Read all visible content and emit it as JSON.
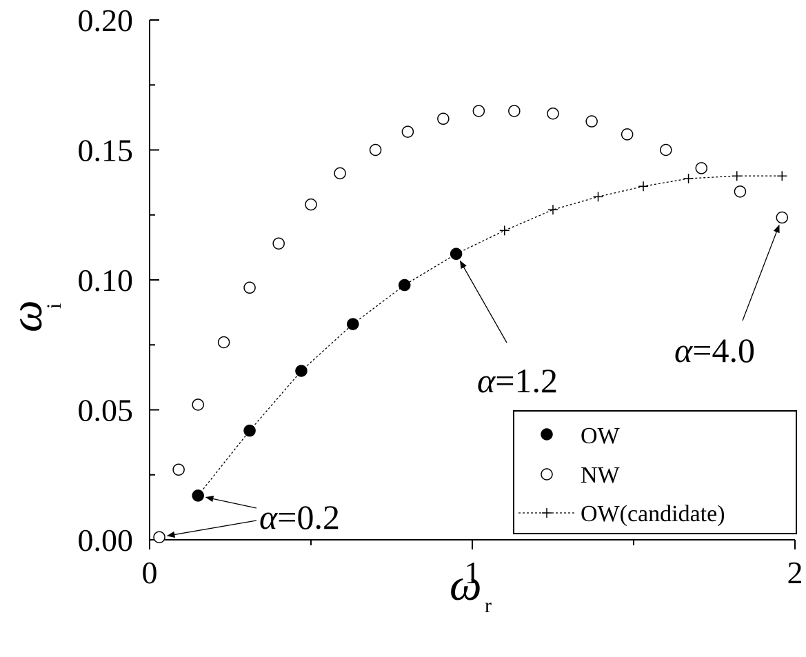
{
  "chart_data": {
    "type": "scatter",
    "xlabel": {
      "symbol": "ω",
      "subscript": "r"
    },
    "ylabel": {
      "symbol": "ω",
      "subscript": "i"
    },
    "xlim": [
      0,
      2
    ],
    "ylim": [
      0,
      0.2
    ],
    "x_ticks": [
      0,
      1,
      2
    ],
    "x_tick_labels": [
      "0",
      "1",
      "2"
    ],
    "y_ticks": [
      0,
      0.05,
      0.1,
      0.15,
      0.2
    ],
    "y_tick_labels": [
      "0.00",
      "0.05",
      "0.10",
      "0.15",
      "0.20"
    ],
    "grid": false,
    "legend_position": "bottom-right",
    "series": [
      {
        "name": "OW",
        "marker": "filled-circle",
        "connected": true,
        "points": [
          [
            0.15,
            0.017
          ],
          [
            0.31,
            0.042
          ],
          [
            0.47,
            0.065
          ],
          [
            0.63,
            0.083
          ],
          [
            0.79,
            0.098
          ],
          [
            0.95,
            0.11
          ]
        ]
      },
      {
        "name": "NW",
        "marker": "open-circle",
        "connected": false,
        "points": [
          [
            0.03,
            0.001
          ],
          [
            0.09,
            0.027
          ],
          [
            0.15,
            0.052
          ],
          [
            0.23,
            0.076
          ],
          [
            0.31,
            0.097
          ],
          [
            0.4,
            0.114
          ],
          [
            0.5,
            0.129
          ],
          [
            0.59,
            0.141
          ],
          [
            0.7,
            0.15
          ],
          [
            0.8,
            0.157
          ],
          [
            0.91,
            0.162
          ],
          [
            1.02,
            0.165
          ],
          [
            1.13,
            0.165
          ],
          [
            1.25,
            0.164
          ],
          [
            1.37,
            0.161
          ],
          [
            1.48,
            0.156
          ],
          [
            1.6,
            0.15
          ],
          [
            1.71,
            0.143
          ],
          [
            1.83,
            0.134
          ],
          [
            1.96,
            0.124
          ]
        ]
      },
      {
        "name": "OW(candidate)",
        "marker": "plus",
        "connected": true,
        "points": [
          [
            1.1,
            0.119
          ],
          [
            1.25,
            0.127
          ],
          [
            1.39,
            0.132
          ],
          [
            1.53,
            0.136
          ],
          [
            1.67,
            0.139
          ],
          [
            1.82,
            0.14
          ],
          [
            1.96,
            0.14
          ]
        ]
      }
    ],
    "annotations": [
      {
        "label": "α=0.2",
        "targets": [
          [
            0.15,
            0.017
          ],
          [
            0.03,
            0.001
          ]
        ]
      },
      {
        "label": "α=1.2",
        "targets": [
          [
            0.95,
            0.11
          ]
        ]
      },
      {
        "label": "α=4.0",
        "targets": [
          [
            1.96,
            0.124
          ]
        ]
      }
    ]
  }
}
